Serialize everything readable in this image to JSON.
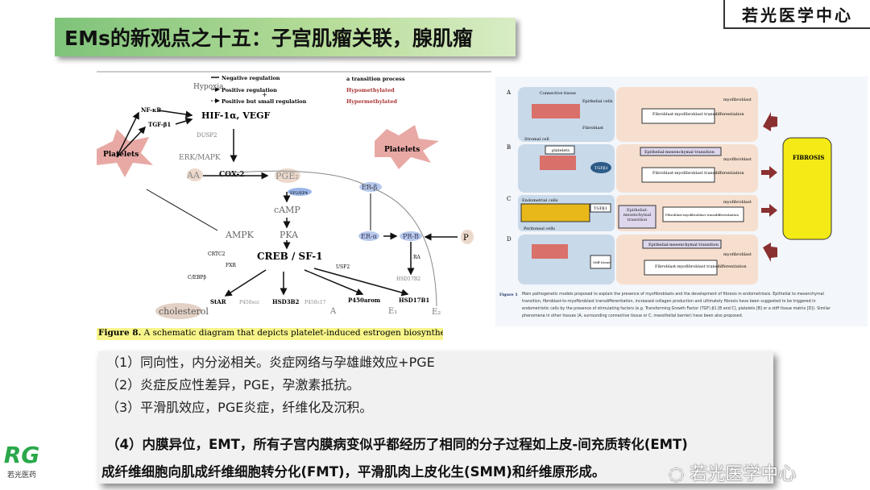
{
  "title": "EMs的新观点之十五：子宫肌瘤关联，腺肌瘤",
  "brand": "若光医学中心",
  "left_figure": {
    "legend": [
      "Negative regulation",
      "Positive regulation",
      "Positive but small regulation",
      "a transition process",
      "Hypomethylated",
      "Hypermethylated"
    ],
    "nodes": {
      "hypoxia": "Hypoxia",
      "nfkb": "NF-κB",
      "tgfb1": "TGF-β1",
      "hif": "HIF-1α, VEGF",
      "dusp2": "DUSP2",
      "erk": "ERK/MAPK",
      "platelets": "Platelets",
      "aa": "AA",
      "cox2": "COX-2",
      "pge2": "PGE₂",
      "ep": "EP2/EP4",
      "camp": "cAMP",
      "pka": "PKA",
      "ampk": "AMPK",
      "crtc2": "CRTC2",
      "fxr": "FXR",
      "creb": "CREB / SF-1",
      "usf2": "USF2",
      "cebp": "C/EBPβ",
      "erb": "ER-β",
      "era": "ER-α",
      "prb": "PR-B",
      "p": "P",
      "ra": "RA",
      "hsd17b2": "HSD17B2",
      "plus": "+",
      "star": "StAR",
      "p450scc": "P450scc",
      "hsd3b2": "HSD3B2",
      "p450c17": "P450c17",
      "a": "A",
      "p450arom": "P450arom",
      "e1": "E₁",
      "hsd17b1": "HSD17B1",
      "e2": "E₂",
      "cholesterol": "cholesterol"
    },
    "caption_label": "Figure 8.",
    "caption": "A schematic diagram that depicts platelet-induced estrogen biosynthesis in endometriosis."
  },
  "right_figure": {
    "rows": [
      "A",
      "B",
      "C",
      "D"
    ],
    "labels": {
      "connective": "Connective tissue",
      "epithelial": "Epithelial cells",
      "fibroblast": "Fibroblast",
      "stromal": "Stromal cell",
      "platelets": "platelets",
      "tgf": "TGFβ1",
      "endometrial": "Endometrial cells",
      "peritoneal": "Peritoneal cells",
      "stiff": "Stiff tissue",
      "fmt": "Fibroblast-myofibroblast transdifferentiation",
      "emt": "Epithelial-mesenchymal transition",
      "myo": "myofibroblast",
      "fibrosis": "FIBROSIS"
    },
    "caption_label": "Figure 1",
    "caption": "Main pathogenetic models proposed to explain the presence of myofibroblasts and the development of fibrosis in endometriosis. Epithelial to mesenchymal transition, fibroblast-to-myofibroblast transdifferentiation, increased collagen production and ultimately fibrosis have been suggested to be triggered in endometriotic cells by the presence of stimulating factors (e.g. Transforming Growth Factor (TGF) β1 [B and C], platelets [B] or a stiff tissue matrix [D]). Similar phenomena in other tissues (A, surrounding connective tissue or C, mesothelial barrier) have been also proposed."
  },
  "points": [
    "（1）同向性，内分泌相关。炎症网络与孕雄雌效应+PGE",
    "（2）炎症反应性差异，PGE，孕激素抵抗。",
    "（3）平滑肌效应，PGE炎症，纤维化及沉积。",
    "（4）内膜异位，EMT，所有子宫内膜病变似乎都经历了相同的分子过程如上皮-间充质转化(EMT)",
    "成纤维细胞向肌成纤维细胞转分化(FMT)，平滑肌肉上皮化生(SMM)和纤维原形成。"
  ],
  "logo": {
    "mark": "RG",
    "text": "若光医药"
  },
  "watermark": "若光医学中心"
}
